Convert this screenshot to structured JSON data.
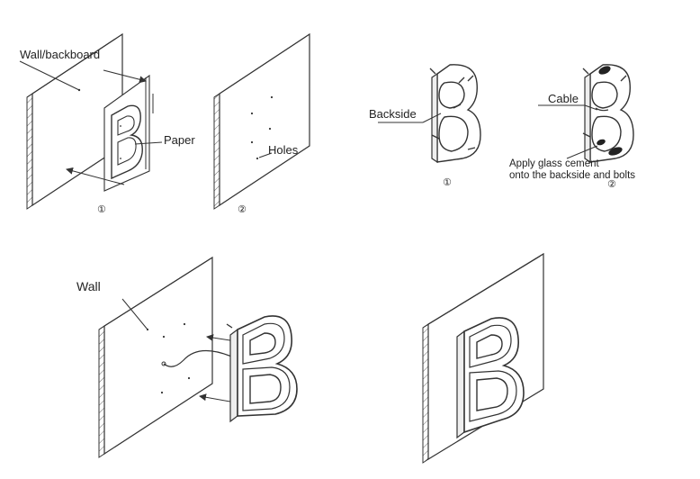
{
  "labels": {
    "wall_backboard": "Wall/backboard",
    "paper": "Paper",
    "holes": "Holes",
    "backside": "Backside",
    "cable": "Cable",
    "glass_cement_line1": "Apply glass cement",
    "glass_cement_line2": "onto the backside and bolts",
    "wall": "Wall"
  },
  "steps": {
    "left_1": "①",
    "left_2": "②",
    "right_1": "①",
    "right_2": "②"
  },
  "colors": {
    "line": "#333333",
    "background": "#ffffff"
  }
}
